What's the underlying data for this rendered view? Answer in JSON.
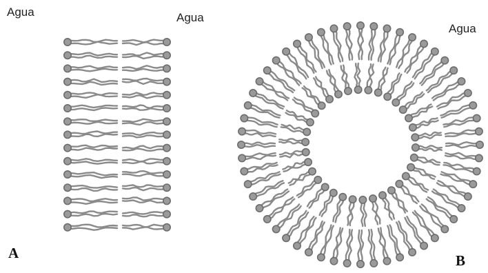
{
  "labels": {
    "agua_a_left": "Agua",
    "agua_a_right": "Agua",
    "agua_b": "Agua",
    "panel_a": "A",
    "panel_b": "B"
  },
  "colors": {
    "lipid": "#8a8a8a",
    "head_fill": "#9a9a9a",
    "head_stroke": "#6c6c6c"
  }
}
